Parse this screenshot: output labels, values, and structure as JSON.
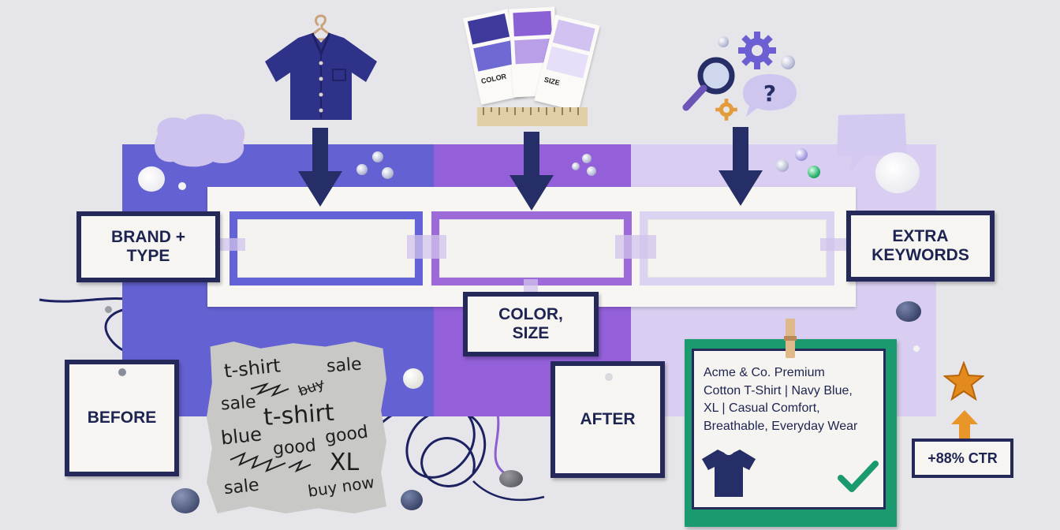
{
  "labels": {
    "brand_type": [
      "BRAND +",
      "TYPE"
    ],
    "color_size": [
      "COLOR,",
      "SIZE"
    ],
    "extra_keywords": [
      "EXTRA",
      "KEYWORDS"
    ],
    "before": "BEFORE",
    "after": "AFTER"
  },
  "swatches": {
    "color": "COLOR",
    "size": "SIZE"
  },
  "before_note": {
    "words": [
      "t-shirt",
      "sale",
      "buy",
      "sale",
      "t-shirt",
      "blue",
      "good",
      "good",
      "XL",
      "sale",
      "buy now"
    ]
  },
  "after_title": {
    "lines": [
      "Acme & Co. Premium",
      "Cotton T-Shirt | Navy Blue,",
      "XL | Casual Comfort,",
      "Breathable, Everyday Wear"
    ]
  },
  "result_badge": "+88% CTR",
  "colors": {
    "band_1": "#6461d2",
    "band_2": "#9360d9",
    "band_3": "#d9cef1",
    "navy": "#24295a",
    "green": "#1a9a6e",
    "orange": "#e8962a"
  },
  "icons": [
    "shirt-icon",
    "hanger-icon",
    "color-swatch-icon",
    "ruler-icon",
    "magnifier-icon",
    "gear-icon",
    "question-bubble-icon",
    "speech-bubble-icon",
    "checkmark-icon",
    "star-icon",
    "up-arrow-icon",
    "tshirt-icon",
    "clothespin-icon"
  ]
}
